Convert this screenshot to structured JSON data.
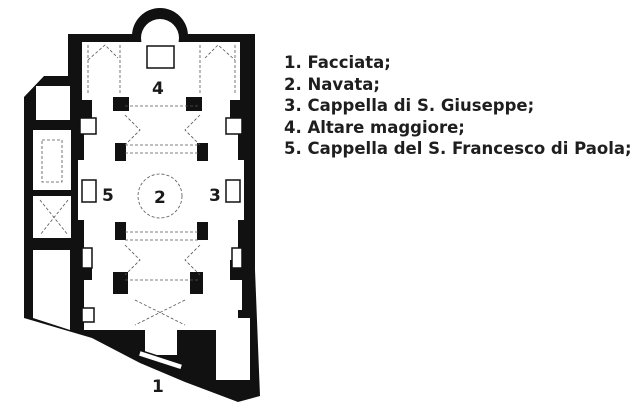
{
  "plan": {
    "labels": {
      "facade": "1",
      "nave": "2",
      "chapel_giuseppe": "3",
      "main_altar": "4",
      "chapel_francesco": "5"
    }
  },
  "legend": {
    "items": [
      "1. Facciata;",
      "2. Navata;",
      "3. Cappella di S. Giuseppe;",
      "4. Altare maggiore;",
      "5. Cappella del S. Francesco di Paola;"
    ]
  },
  "colors": {
    "wall": "#111111",
    "background": "#ffffff",
    "dashed": "#555555"
  }
}
